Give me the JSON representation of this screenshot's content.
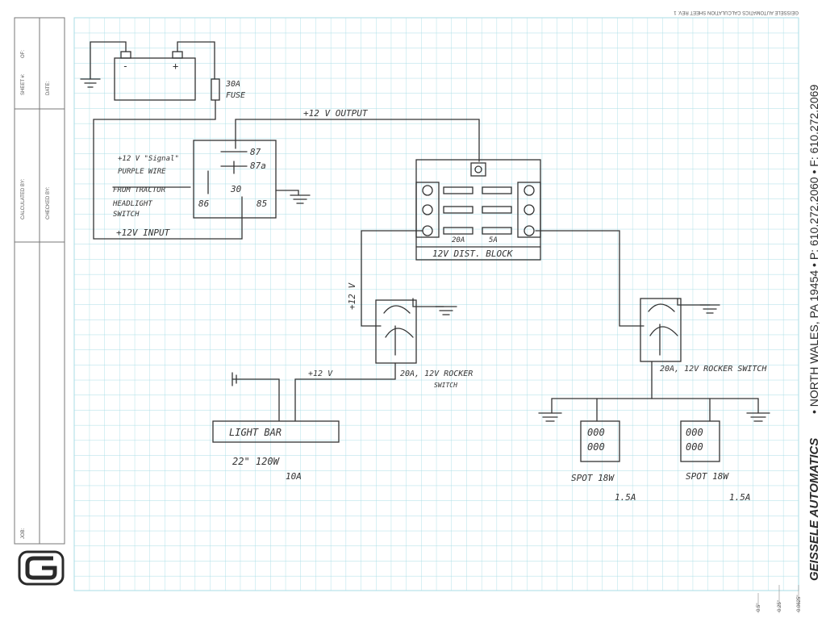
{
  "title_block": {
    "sheet_label": "SHEET #:",
    "of_label": "OF:",
    "date_label": "DATE:",
    "calculated_label": "CALCULATED BY:",
    "checked_label": "CHECKED BY:",
    "job_label": "JOB:"
  },
  "top_header": "GEISSELE AUTOMATICS CALCULATION SHEET REV. 1",
  "company": {
    "name": "GEISSELE AUTOMATICS",
    "address": "• NORTH WALES, PA 19454 • P: 610.272.2060 • F: 610.272.2069"
  },
  "scale": [
    "0.5\"",
    "0.25\"",
    "0.0625\""
  ],
  "diagram": {
    "fuse": [
      "30A",
      "FUSE"
    ],
    "battery_minus": "-",
    "battery_plus": "+",
    "output": "+12 V OUTPUT",
    "input": "+12V INPUT",
    "relay_87": "87",
    "relay_87a": "87a",
    "relay_30": "30",
    "relay_86": "86",
    "relay_85": "85",
    "signal_lines": [
      "+12 V \"Signal\"",
      "PURPLE WIRE",
      "FROM TRACTOR",
      "HEADLIGHT",
      "SWITCH"
    ],
    "dist_block": "12V DIST. BLOCK",
    "fuse_20a": "20A",
    "fuse_5a": "5A",
    "left_wire": "+12 V",
    "light_wire": "+12 V",
    "rocker_left": [
      "20A, 12V ROCKER",
      "SWITCH"
    ],
    "rocker_right": "20A, 12V ROCKER SWITCH",
    "light_bar": "LIGHT BAR",
    "light_bar_spec": [
      "22\"  120W",
      "10A"
    ],
    "spot_left": [
      "SPOT  18W",
      "1.5A"
    ],
    "spot_right": [
      "SPOT  18W",
      "1.5A"
    ],
    "spot_dots": "000"
  },
  "colors": {
    "grid": "#a9dde6",
    "ink": "#333333",
    "title": "#2a2a2a"
  }
}
